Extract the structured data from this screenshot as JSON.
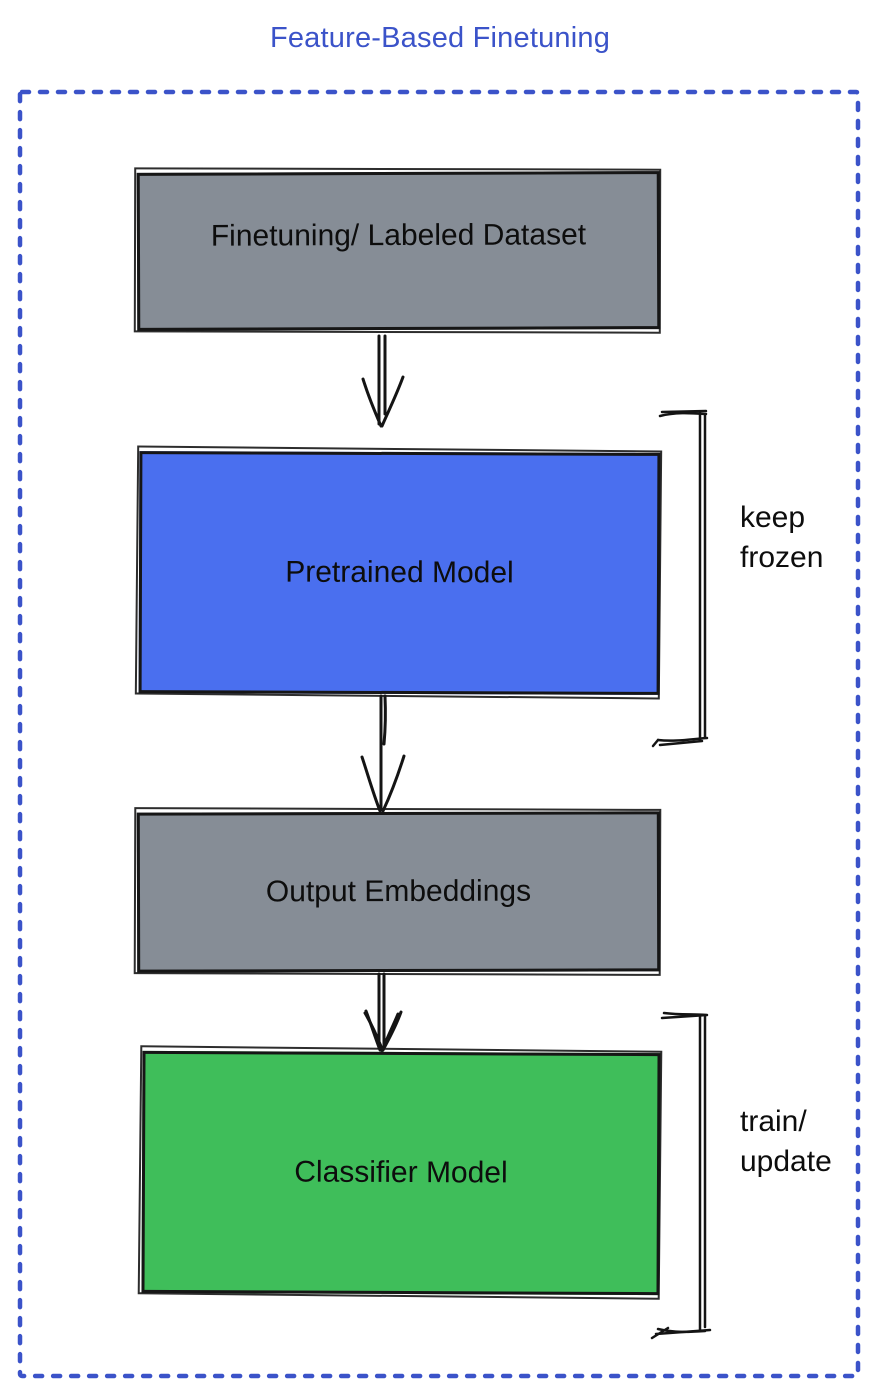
{
  "title": "Feature-Based Finetuning",
  "colors": {
    "title": "#3B53C9",
    "container_border": "#3B53C9",
    "node_gray": "#868D96",
    "node_blue": "#4A6FEF",
    "node_green": "#3FBE5A",
    "sketch_stroke": "#141414"
  },
  "nodes": [
    {
      "id": "finetuning-dataset",
      "label": "Finetuning/ Labeled Dataset",
      "fill": "#868D96"
    },
    {
      "id": "pretrained-model",
      "label": "Pretrained Model",
      "fill": "#4A6FEF"
    },
    {
      "id": "output-embeddings",
      "label": "Output Embeddings",
      "fill": "#868D96"
    },
    {
      "id": "classifier-model",
      "label": "Classifier Model",
      "fill": "#3FBE5A"
    }
  ],
  "annotations": [
    {
      "id": "keep-frozen",
      "label": "keep\nfrozen"
    },
    {
      "id": "train-update",
      "label": "train/\nupdate"
    }
  ]
}
